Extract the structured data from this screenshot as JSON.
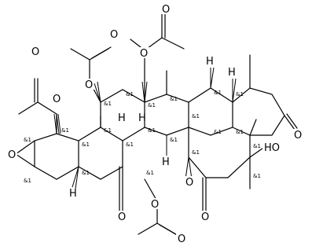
{
  "atom_labels": {
    "epoxide_o": "O",
    "ring_o": "O",
    "hydroxyl": "HO",
    "carbonyl_o_c6": "O",
    "carbonyl_o_lactone": "O",
    "carbonyl_o_ketone": "O",
    "acetate_o_left": "O",
    "acetate_o_left_carbonyl": "O",
    "acetate_o_mid": "O",
    "acetate_o_mid_carbonyl": "O",
    "acetate_o_top": "O",
    "acetate_o_top_carbonyl": "O",
    "acetate_o_bottom": "O",
    "acetate_o_bottom_carbonyl": "O",
    "h_c5": "H",
    "h_c8": "H",
    "h_c9": "H",
    "h_c14": "H",
    "h_top_right": "H",
    "h_mid_right": "H"
  },
  "stereo_label": "&1"
}
